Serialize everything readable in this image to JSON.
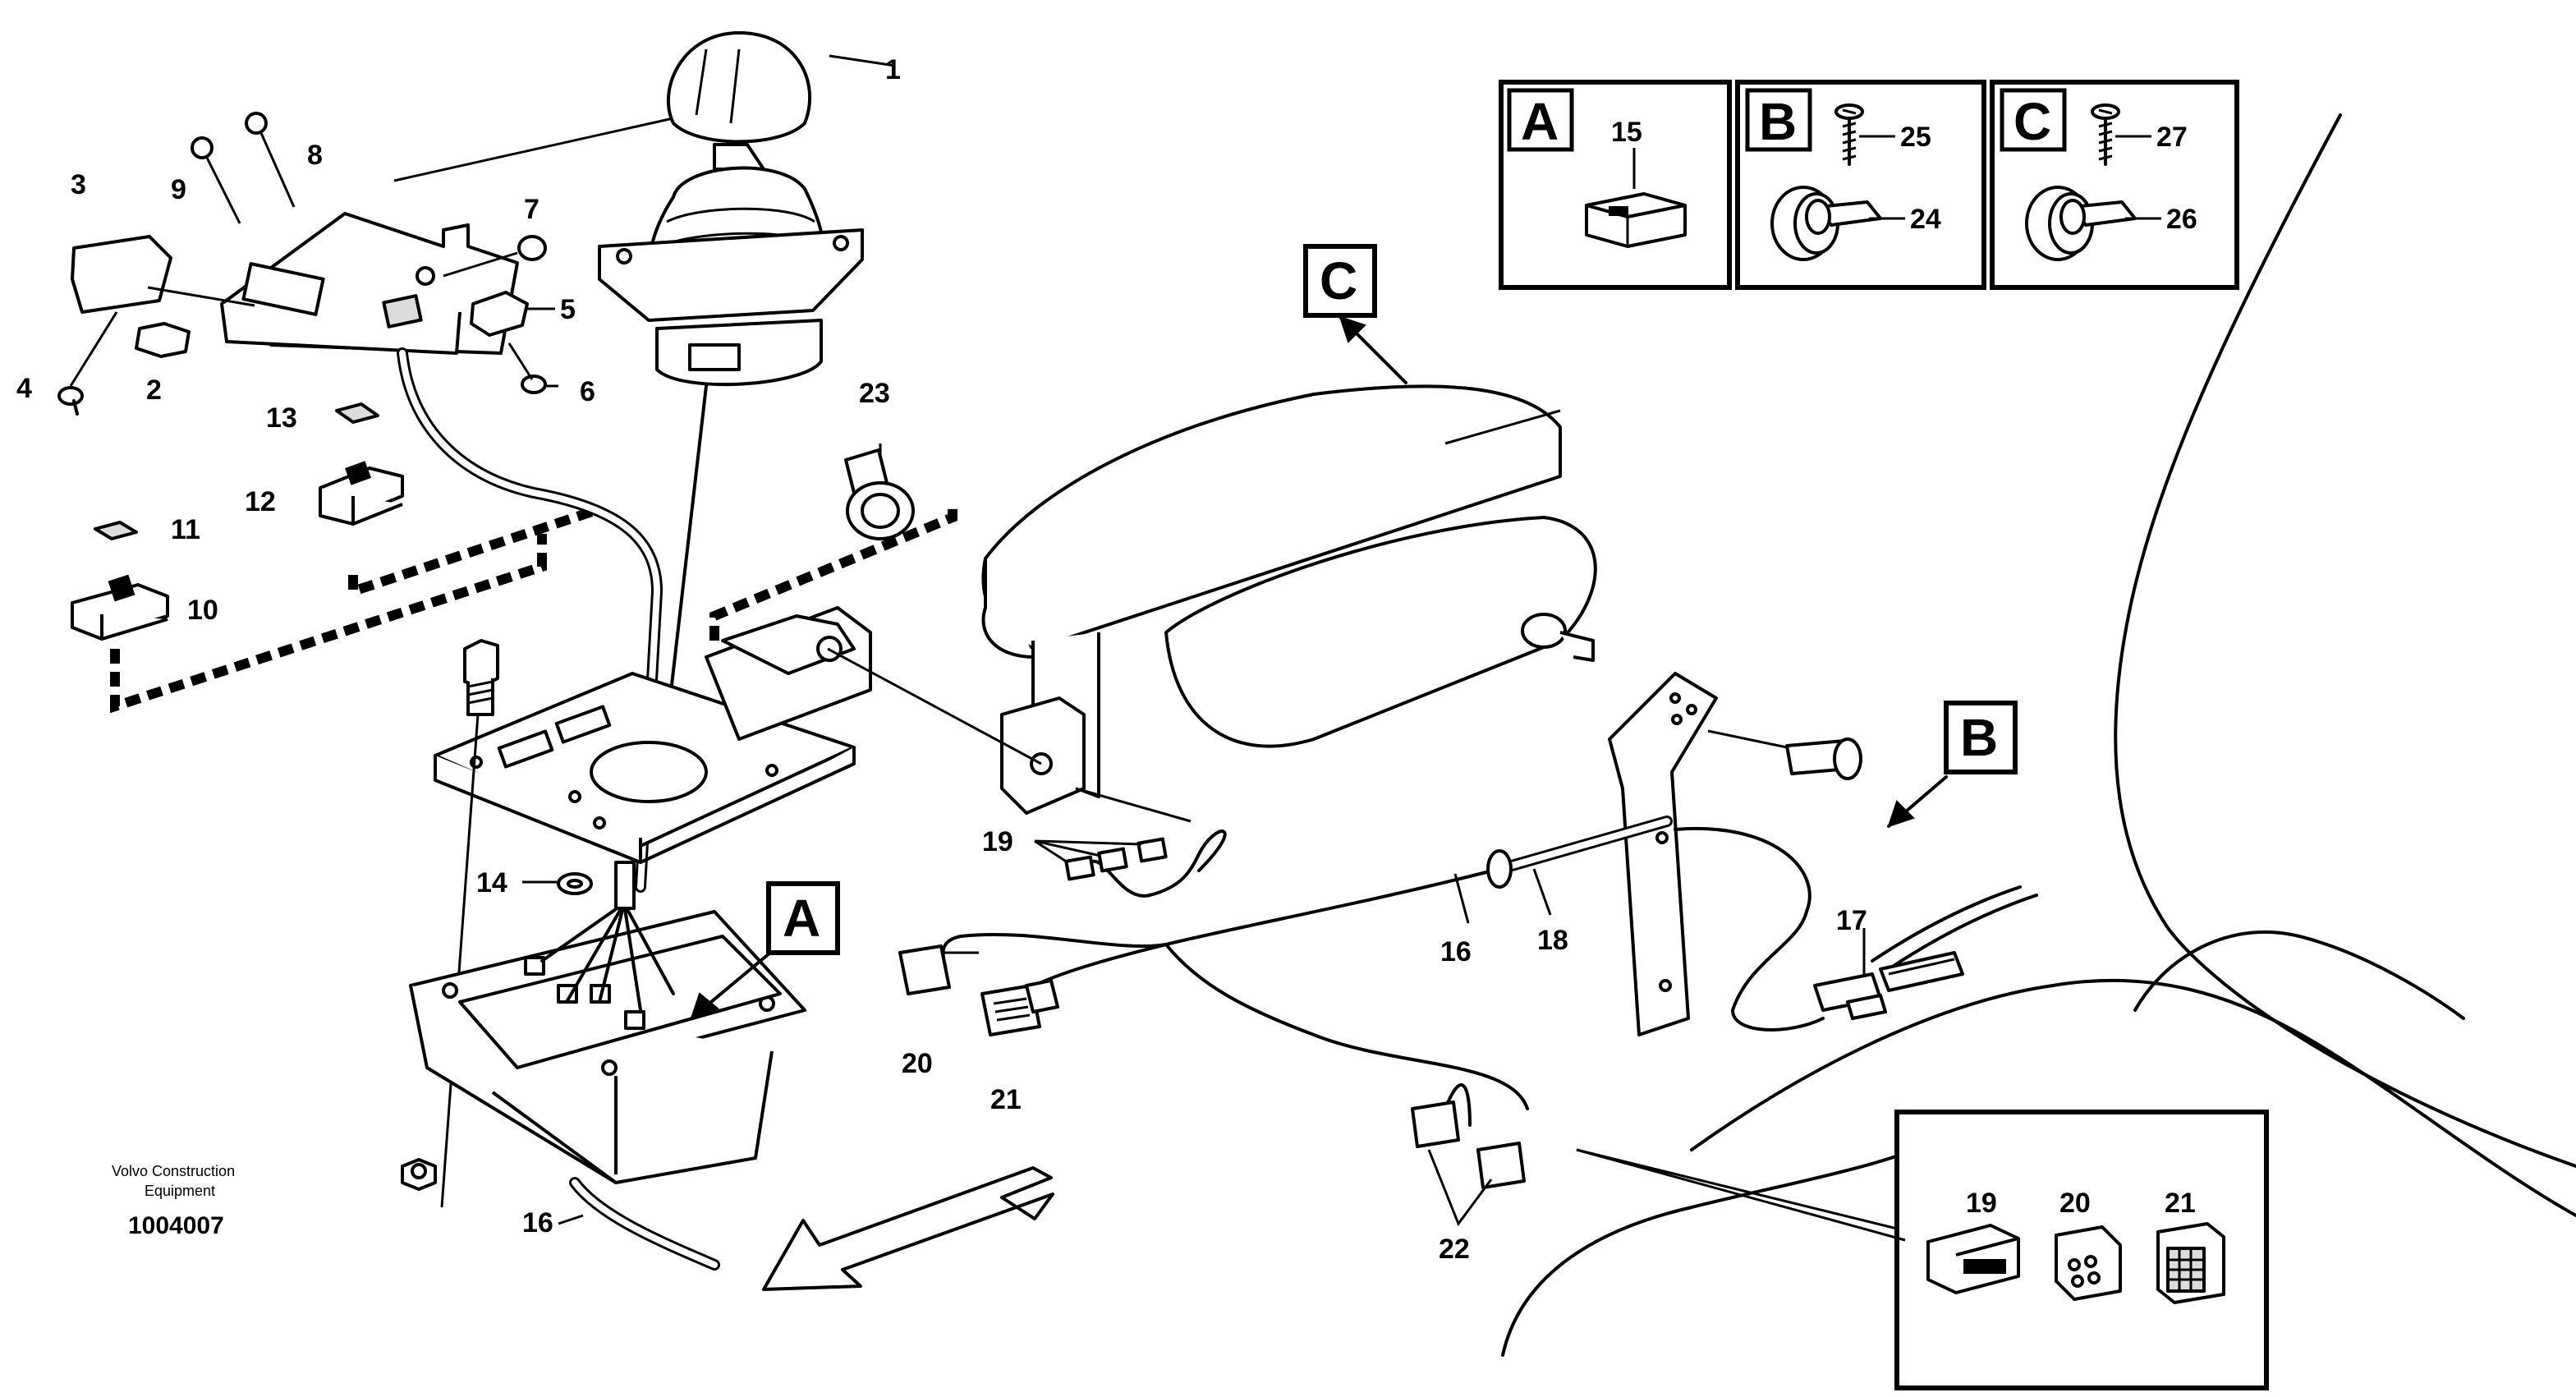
{
  "callouts": {
    "c1": "1",
    "c2": "2",
    "c3": "3",
    "c4": "4",
    "c5": "5",
    "c6": "6",
    "c7": "7",
    "c8": "8",
    "c9": "9",
    "c10": "10",
    "c11": "11",
    "c12": "12",
    "c13": "13",
    "c14": "14",
    "c15": "15",
    "c16a": "16",
    "c16b": "16",
    "c17": "17",
    "c18": "18",
    "c19a": "19",
    "c19b": "19",
    "c20a": "20",
    "c20b": "20",
    "c21a": "21",
    "c21b": "21",
    "c22": "22",
    "c23": "23",
    "c24": "24",
    "c25": "25",
    "c26": "26",
    "c27": "27"
  },
  "detail_letters": {
    "inset_a": "A",
    "inset_b": "B",
    "inset_c": "C",
    "view_a": "A",
    "view_b": "B",
    "view_c": "C"
  },
  "caption": {
    "line1": "Volvo Construction",
    "line2": "Equipment",
    "doc_number": "1004007"
  }
}
